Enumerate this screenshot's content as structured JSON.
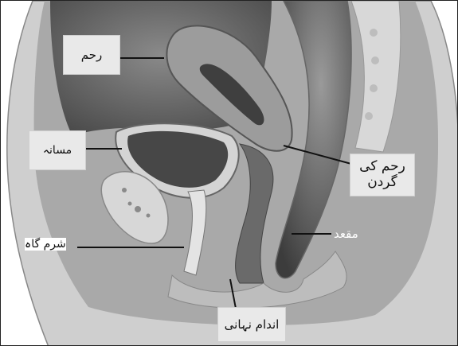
{
  "labels": {
    "uterus": "رحم",
    "bladder": "مسانہ",
    "pubic_bone": "شرم گاہ",
    "cervix_line1": "رحم کی",
    "cervix_line2": "گردن",
    "rectum": "مقعد",
    "vagina": "اندام نہانی"
  }
}
